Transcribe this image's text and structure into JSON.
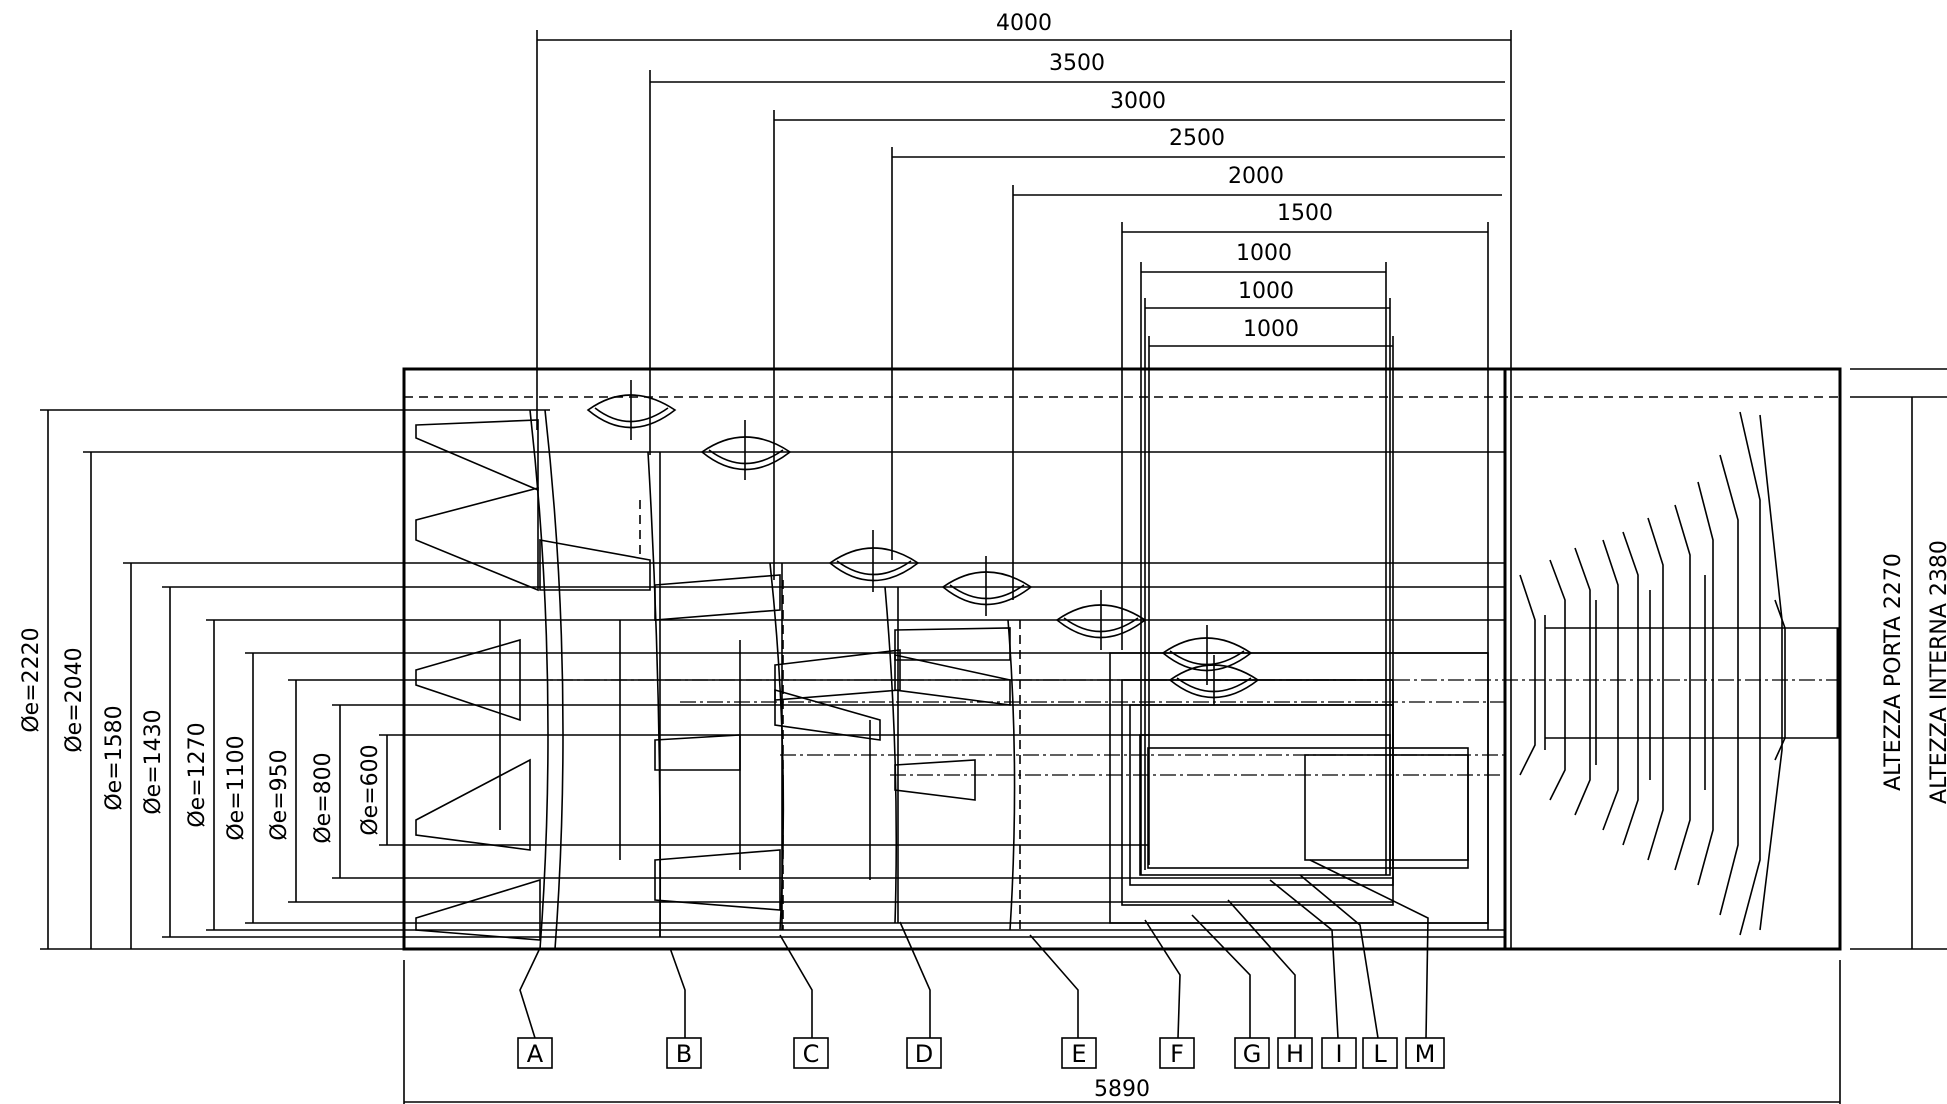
{
  "drawing": {
    "top_dimensions": [
      "4000",
      "3500",
      "3000",
      "2500",
      "2000",
      "1500",
      "1000",
      "1000",
      "1000"
    ],
    "diameters": [
      "Øe=2220",
      "Øe=2040",
      "Øe=1580",
      "Øe=1430",
      "Øe=1270",
      "Øe=1100",
      "Øe=950",
      "Øe=800",
      "Øe=600"
    ],
    "overall_length": "5890",
    "right_labels": {
      "door_height": "ALTEZZA PORTA 2270",
      "internal_height": "ALTEZZA INTERNA 2380"
    },
    "callouts": [
      "A",
      "B",
      "C",
      "D",
      "E",
      "F",
      "G",
      "H",
      "I",
      "L",
      "M"
    ]
  }
}
